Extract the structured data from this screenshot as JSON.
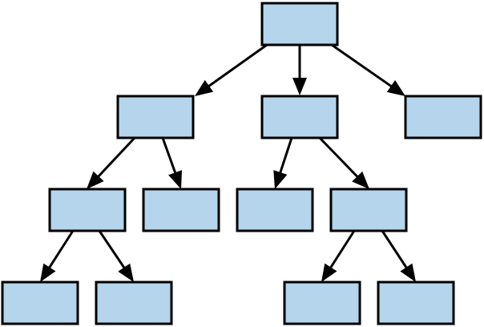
{
  "colors": {
    "node_fill": "#b4d5eb",
    "node_stroke": "#000000",
    "edge_color": "#000000",
    "background": "#ffffff"
  },
  "tree": {
    "nodes": [
      {
        "id": "root",
        "label": ""
      },
      {
        "id": "a",
        "label": ""
      },
      {
        "id": "b",
        "label": ""
      },
      {
        "id": "c",
        "label": ""
      },
      {
        "id": "a1",
        "label": ""
      },
      {
        "id": "a2",
        "label": ""
      },
      {
        "id": "b1",
        "label": ""
      },
      {
        "id": "b2",
        "label": ""
      },
      {
        "id": "a1x",
        "label": ""
      },
      {
        "id": "a1y",
        "label": ""
      },
      {
        "id": "b2x",
        "label": ""
      },
      {
        "id": "b2y",
        "label": ""
      }
    ],
    "edges": [
      {
        "from": "root",
        "to": "a"
      },
      {
        "from": "root",
        "to": "b"
      },
      {
        "from": "root",
        "to": "c"
      },
      {
        "from": "a",
        "to": "a1"
      },
      {
        "from": "a",
        "to": "a2"
      },
      {
        "from": "b",
        "to": "b1"
      },
      {
        "from": "b",
        "to": "b2"
      },
      {
        "from": "a1",
        "to": "a1x"
      },
      {
        "from": "a1",
        "to": "a1y"
      },
      {
        "from": "b2",
        "to": "b2x"
      },
      {
        "from": "b2",
        "to": "b2y"
      }
    ]
  }
}
